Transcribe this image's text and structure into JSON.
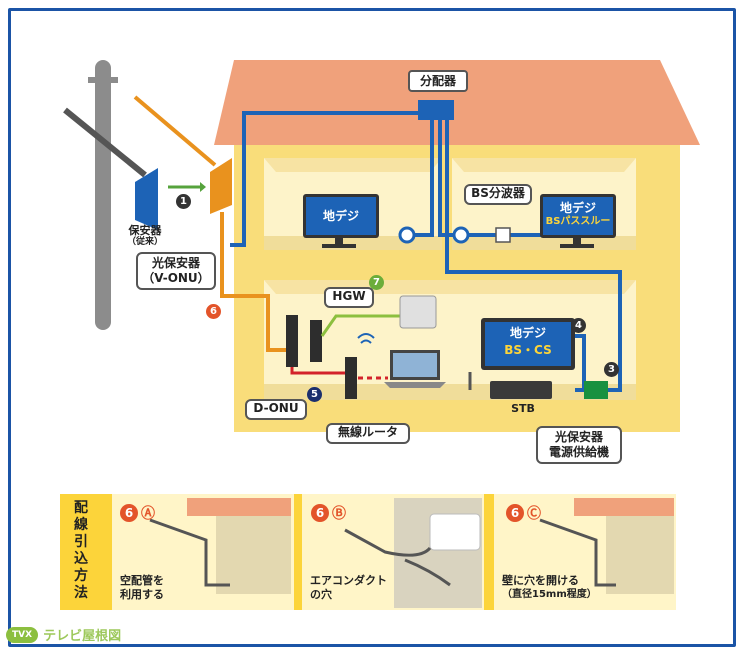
{
  "steps": {
    "s1": "1",
    "s3": "3",
    "s4": "4",
    "s5": "5",
    "s6": "6",
    "s7": "7"
  },
  "labels": {
    "splitter": "分配器",
    "protector_old": "保安器",
    "protector_old_sub": "（従来）",
    "onu_line1": "光保安器",
    "onu_line2": "（V-ONU）",
    "bs_splitter": "BS分波器",
    "tv1": "地デジ",
    "tv2_line1": "地デジ",
    "tv2_line2": "BSパススルー",
    "tv3_line1": "地デジ",
    "tv3_line2": "BS・CS",
    "hgw": "HGW",
    "donu": "D-ONU",
    "router": "無線ルータ",
    "stb": "STB",
    "power_line1": "光保安器",
    "power_line2": "電源供給機"
  },
  "methods": {
    "title": "配線引込方法",
    "a": {
      "num": "6",
      "mark": "Ⓐ",
      "line1": "空配管を",
      "line2": "利用する"
    },
    "b": {
      "num": "6",
      "mark": "Ⓑ",
      "line1": "エアコンダクト",
      "line2": "の穴"
    },
    "c": {
      "num": "6",
      "mark": "Ⓒ",
      "line1": "壁に穴を開ける",
      "line2": "（直径15mm程度）"
    }
  },
  "logo": {
    "badge": "TVX",
    "text": "テレビ屋根図"
  },
  "colors": {
    "frame": "#1b54a6",
    "roof": "#f0a17b",
    "wall": "#f9dd7a",
    "room": "#fdf3c9",
    "fiber_blue": "#1d63b6",
    "fiber_orange": "#e9921e",
    "lan_green": "#8cbf3f",
    "lan_red": "#d3222a"
  }
}
